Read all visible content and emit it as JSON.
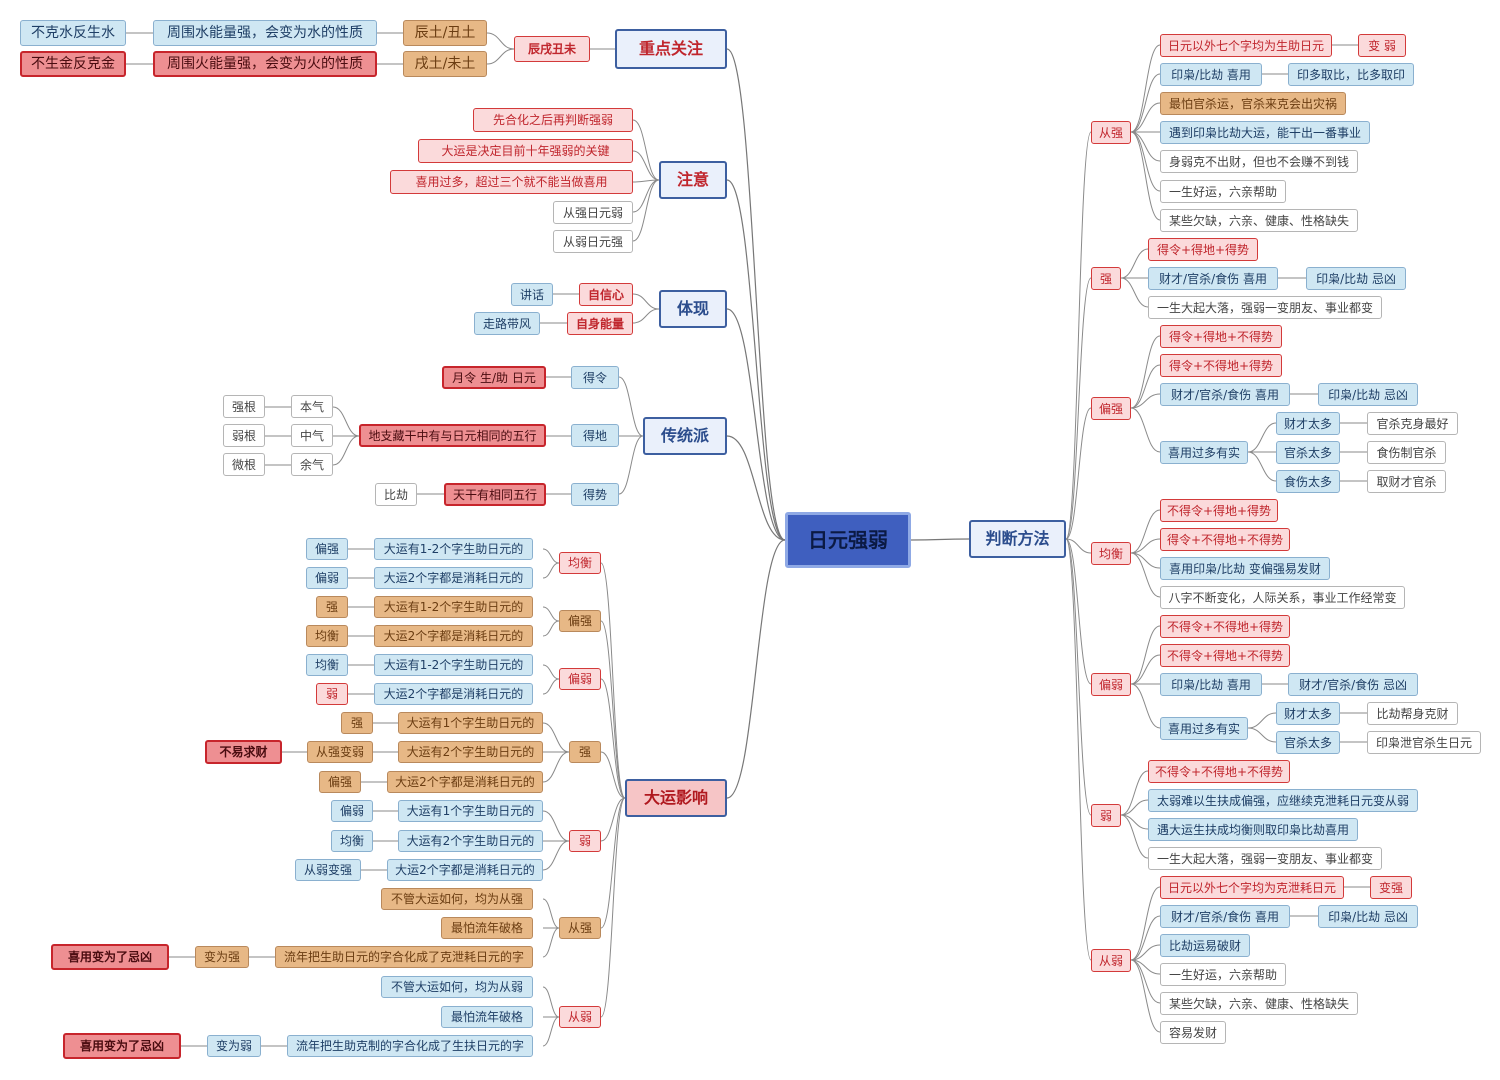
{
  "center": "日元强弱",
  "left": {
    "zhongdian": {
      "label": "重点关注",
      "child": "辰戌丑未",
      "rows": [
        {
          "a": "不克水反生水",
          "b": "周围水能量强，会变为水的性质",
          "c": "辰土/丑土"
        },
        {
          "a": "不生金反克金",
          "b": "周围火能量强，会变为火的性质",
          "c": "戌土/未土"
        }
      ]
    },
    "zhuyi": {
      "label": "注意",
      "items": [
        "先合化之后再判断强弱",
        "大运是决定目前十年强弱的关键",
        "喜用过多，超过三个就不能当做喜用",
        "从强日元弱",
        "从弱日元强"
      ]
    },
    "tixian": {
      "label": "体现",
      "items": [
        {
          "a": "讲话",
          "b": "自信心"
        },
        {
          "a": "走路带风",
          "b": "自身能量"
        }
      ]
    },
    "chuantong": {
      "label": "传统派",
      "deling": {
        "label": "得令",
        "child": "月令 生/助 日元"
      },
      "dedi": {
        "label": "得地",
        "child": "地支藏干中有与日元相同的五行",
        "rows": [
          {
            "a": "强根",
            "b": "本气"
          },
          {
            "a": "弱根",
            "b": "中气"
          },
          {
            "a": "微根",
            "b": "余气"
          }
        ]
      },
      "deshi": {
        "label": "得势",
        "child": "天干有相同五行",
        "leaf": "比劫"
      }
    },
    "dayun": {
      "label": "大运影响",
      "groups": [
        {
          "label": "均衡",
          "rows": [
            {
              "a": "偏强",
              "b": "大运有1-2个字生助日元的"
            },
            {
              "a": "偏弱",
              "b": "大运2个字都是消耗日元的"
            }
          ]
        },
        {
          "label": "偏强",
          "rows": [
            {
              "a": "强",
              "b": "大运有1-2个字生助日元的"
            },
            {
              "a": "均衡",
              "b": "大运2个字都是消耗日元的"
            }
          ]
        },
        {
          "label": "偏弱",
          "rows": [
            {
              "a": "均衡",
              "b": "大运有1-2个字生助日元的"
            },
            {
              "a": "弱",
              "b": "大运2个字都是消耗日元的"
            }
          ]
        },
        {
          "label": "强",
          "rows": [
            {
              "a": "强",
              "b": "大运有1个字生助日元的"
            },
            {
              "a": "从强变弱",
              "b": "大运有2个字生助日元的",
              "pre": "不易求财"
            },
            {
              "a": "偏强",
              "b": "大运2个字都是消耗日元的"
            }
          ]
        },
        {
          "label": "弱",
          "rows": [
            {
              "a": "偏弱",
              "b": "大运有1个字生助日元的"
            },
            {
              "a": "均衡",
              "b": "大运有2个字生助日元的"
            },
            {
              "a": "从弱变强",
              "b": "大运2个字都是消耗日元的"
            }
          ]
        },
        {
          "label": "从强",
          "rows": [
            {
              "b": "不管大运如何，均为从强"
            },
            {
              "b": "最怕流年破格"
            },
            {
              "b": "流年把生助日元的字合化成了克泄耗日元的字",
              "a": "变为强",
              "pre": "喜用变为了忌凶"
            }
          ]
        },
        {
          "label": "从弱",
          "rows": [
            {
              "b": "不管大运如何，均为从弱"
            },
            {
              "b": "最怕流年破格"
            },
            {
              "b": "流年把生助克制的字合化成了生扶日元的字",
              "a": "变为弱",
              "pre": "喜用变为了忌凶"
            }
          ]
        }
      ]
    }
  },
  "right": {
    "label": "判断方法",
    "congqiang": {
      "label": "从强",
      "items": [
        {
          "t": "日元以外七个字均为生助日元",
          "x": "变 弱"
        },
        {
          "t": "印枭/比劫  喜用",
          "x": "印多取比，比多取印"
        },
        {
          "t": "最怕官杀运，官杀来克会出灾祸"
        },
        {
          "t": "遇到印枭比劫大运，能干出一番事业"
        },
        {
          "t": "身弱克不出财，但也不会赚不到钱"
        },
        {
          "t": "一生好运，六亲帮助"
        },
        {
          "t": "某些欠缺，六亲、健康、性格缺失"
        }
      ]
    },
    "qiang": {
      "label": "强",
      "items": [
        {
          "t": "得令+得地+得势"
        },
        {
          "t": "财才/官杀/食伤  喜用",
          "x": "印枭/比劫 忌凶"
        },
        {
          "t": "一生大起大落，强弱一变朋友、事业都变"
        }
      ]
    },
    "pianqiang": {
      "label": "偏强",
      "items": [
        {
          "t": "得令+得地+不得势"
        },
        {
          "t": "得令+不得地+得势"
        },
        {
          "t": "财才/官杀/食伤  喜用",
          "x": "印枭/比劫 忌凶"
        },
        {
          "t": "喜用过多有实",
          "sub": [
            {
              "a": "财才太多",
              "b": "官杀克身最好"
            },
            {
              "a": "官杀太多",
              "b": "食伤制官杀"
            },
            {
              "a": "食伤太多",
              "b": "取财才官杀"
            }
          ]
        }
      ]
    },
    "junheng": {
      "label": "均衡",
      "items": [
        {
          "t": "不得令+得地+得势"
        },
        {
          "t": "得令+不得地+不得势"
        },
        {
          "t": "喜用印枭/比劫 变偏强易发财"
        },
        {
          "t": "八字不断变化，人际关系，事业工作经常变"
        }
      ]
    },
    "pianruo": {
      "label": "偏弱",
      "items": [
        {
          "t": "不得令+不得地+得势"
        },
        {
          "t": "不得令+得地+不得势"
        },
        {
          "t": "印枭/比劫  喜用",
          "x": "财才/官杀/食伤  忌凶"
        },
        {
          "t": "喜用过多有实",
          "sub": [
            {
              "a": "财才太多",
              "b": "比劫帮身克财"
            },
            {
              "a": "官杀太多",
              "b": "印枭泄官杀生日元"
            }
          ]
        }
      ]
    },
    "ruo": {
      "label": "弱",
      "items": [
        {
          "t": "不得令+不得地+不得势"
        },
        {
          "t": "太弱难以生扶成偏强，应继续克泄耗日元变从弱"
        },
        {
          "t": "遇大运生扶成均衡则取印枭比劫喜用"
        },
        {
          "t": "一生大起大落，强弱一变朋友、事业都变"
        }
      ]
    },
    "congruo": {
      "label": "从弱",
      "items": [
        {
          "t": "日元以外七个字均为克泄耗日元",
          "x": "变强"
        },
        {
          "t": "财才/官杀/食伤  喜用",
          "x": "印枭/比劫 忌凶"
        },
        {
          "t": "比劫运易破财"
        },
        {
          "t": "一生好运，六亲帮助"
        },
        {
          "t": "某些欠缺，六亲、健康、性格缺失"
        },
        {
          "t": "容易发财"
        }
      ]
    }
  }
}
